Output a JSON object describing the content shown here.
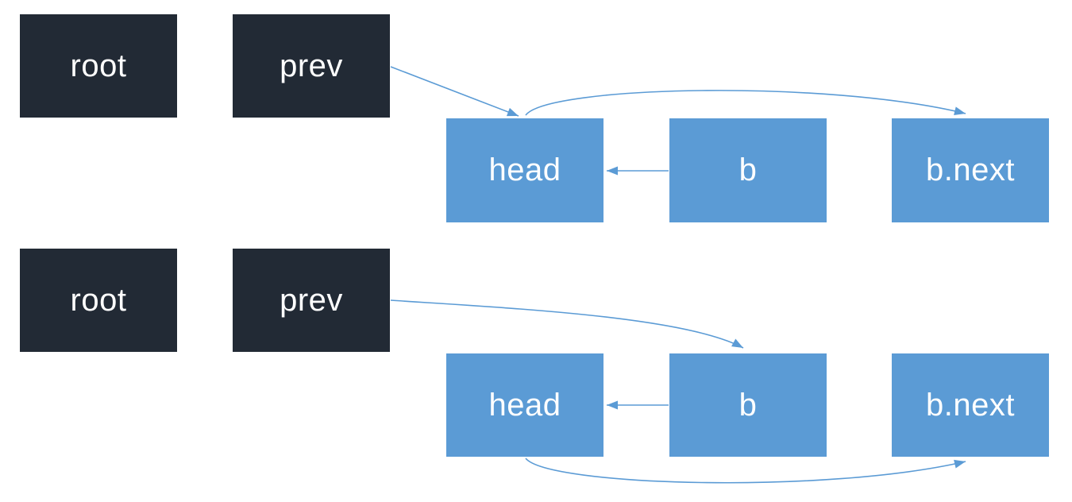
{
  "background": "#ffffff",
  "colors": {
    "dark_box": "#222a35",
    "blue_box": "#5b9bd5",
    "arrow": "#5b9bd5",
    "label_text": "#ffffff"
  },
  "diagrams": {
    "top": {
      "nodes": {
        "root": "root",
        "prev": "prev",
        "head": "head",
        "b": "b",
        "b_next": "b.next"
      },
      "edges": [
        {
          "from": "prev",
          "to": "head"
        },
        {
          "from": "b",
          "to": "head"
        },
        {
          "from": "head",
          "to": "b.next"
        }
      ]
    },
    "bottom": {
      "nodes": {
        "root": "root",
        "prev": "prev",
        "head": "head",
        "b": "b",
        "b_next": "b.next"
      },
      "edges": [
        {
          "from": "prev",
          "to": "b"
        },
        {
          "from": "b",
          "to": "head"
        },
        {
          "from": "head",
          "to": "b.next"
        }
      ]
    }
  }
}
